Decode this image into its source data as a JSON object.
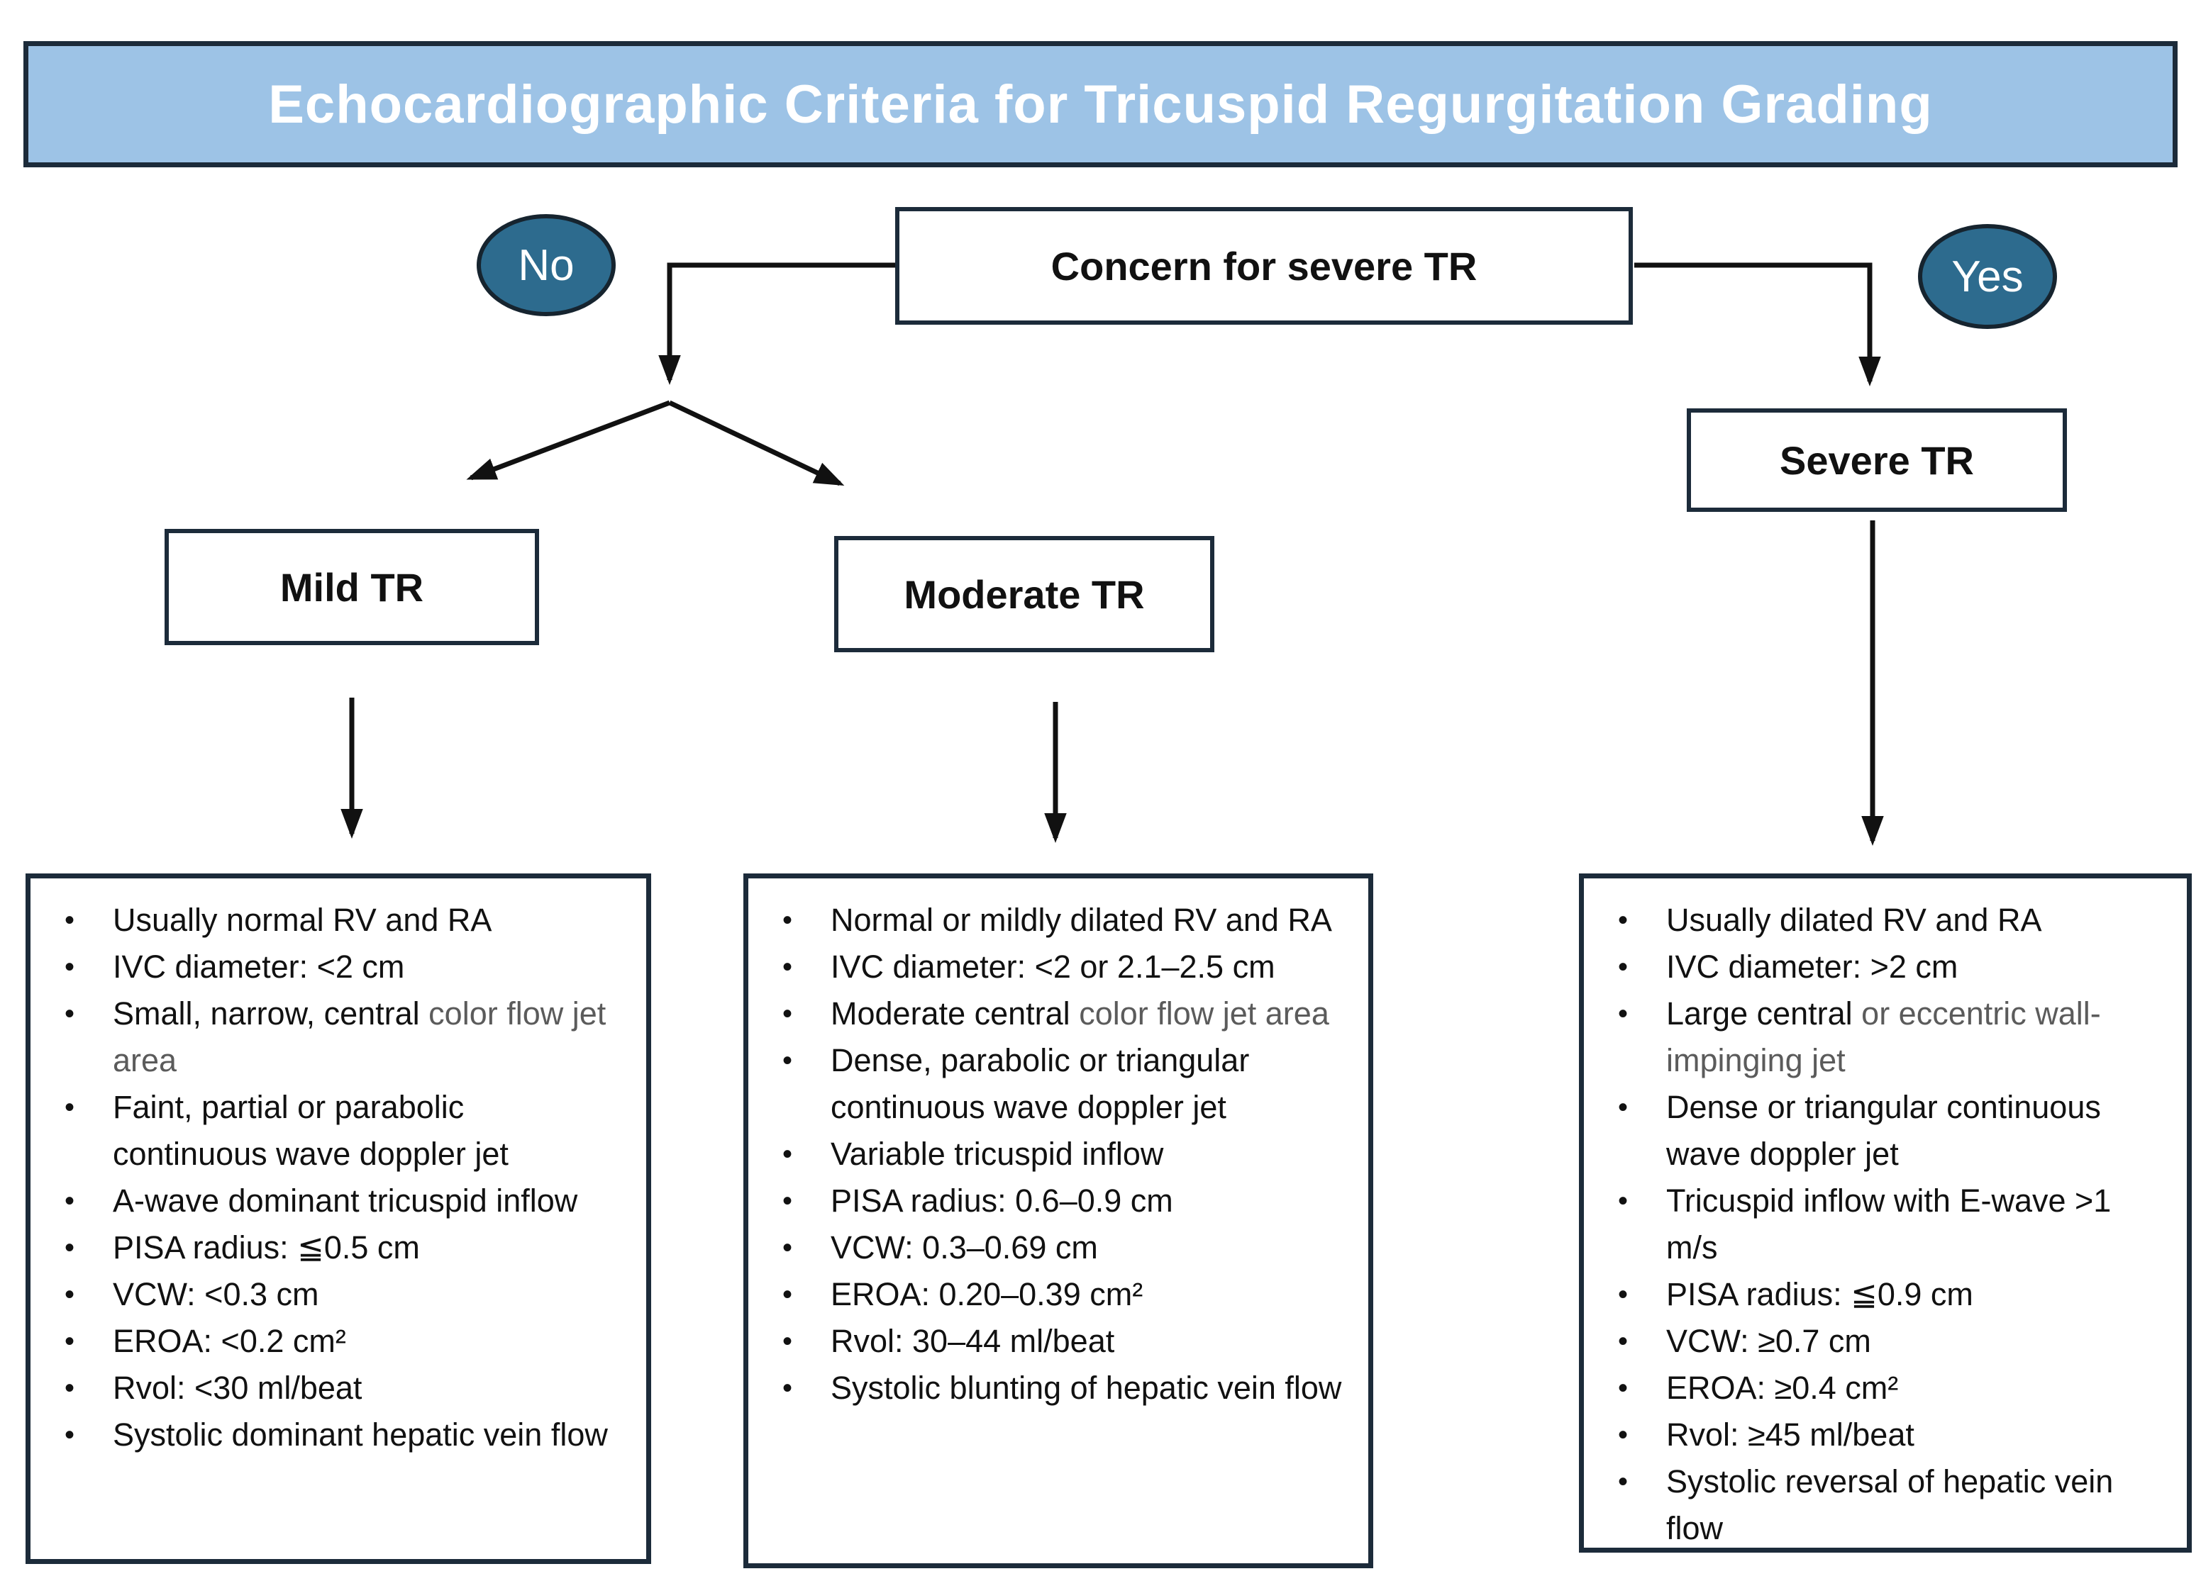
{
  "banner": {
    "title": "Echocardiographic Criteria for Tricuspid Regurgitation Grading"
  },
  "decision": {
    "label": "Concern for severe TR"
  },
  "branches": {
    "no": "No",
    "yes": "Yes"
  },
  "nodes": {
    "mild": "Mild TR",
    "moderate": "Moderate TR",
    "severe": "Severe TR"
  },
  "colors": {
    "banner_bg": "#9DC3E6",
    "border_navy": "#1C2B3A",
    "ellipse_fill": "#2D6B8E",
    "ellipse_border": "#16242F",
    "text_black": "#111111",
    "text_gray": "#5B5B5B",
    "arrow": "#111111"
  },
  "criteria": {
    "mild": [
      [
        {
          "text": "Usually normal RV and RA"
        }
      ],
      [
        {
          "text": "IVC diameter: <2 cm"
        }
      ],
      [
        {
          "text": "Small, narrow, central "
        },
        {
          "text": "color flow jet area",
          "gray": true
        }
      ],
      [
        {
          "text": "Faint, partial or parabolic continuous wave doppler jet"
        }
      ],
      [
        {
          "text": "A-wave dominant tricuspid inflow"
        }
      ],
      [
        {
          "text": "PISA radius: ≦0.5 cm"
        }
      ],
      [
        {
          "text": "VCW: <0.3 cm"
        }
      ],
      [
        {
          "text": "EROA: <0.2 cm²"
        }
      ],
      [
        {
          "text": "Rvol: <30 ml/beat"
        }
      ],
      [
        {
          "text": "Systolic dominant hepatic vein flow"
        }
      ]
    ],
    "moderate": [
      [
        {
          "text": "Normal or mildly dilated RV and RA"
        }
      ],
      [
        {
          "text": "IVC diameter: <2 or 2.1–2.5 cm"
        }
      ],
      [
        {
          "text": "Moderate central "
        },
        {
          "text": "color flow jet area",
          "gray": true
        }
      ],
      [
        {
          "text": "Dense, parabolic or triangular continuous wave doppler jet"
        }
      ],
      [
        {
          "text": "Variable tricuspid inflow"
        }
      ],
      [
        {
          "text": "PISA radius:  0.6–0.9 cm"
        }
      ],
      [
        {
          "text": "VCW: 0.3–0.69 cm"
        }
      ],
      [
        {
          "text": "EROA: 0.20–0.39 cm²"
        }
      ],
      [
        {
          "text": "Rvol: 30–44 ml/beat"
        }
      ],
      [
        {
          "text": "Systolic blunting of hepatic vein flow"
        }
      ]
    ],
    "severe": [
      [
        {
          "text": "Usually dilated RV and RA"
        }
      ],
      [
        {
          "text": "IVC diameter: >2 cm"
        }
      ],
      [
        {
          "text": "Large central "
        },
        {
          "text": "or eccentric wall-impinging jet",
          "gray": true
        }
      ],
      [
        {
          "text": "Dense or triangular continuous wave doppler jet"
        }
      ],
      [
        {
          "text": "Tricuspid inflow with E-wave >1 m/s"
        }
      ],
      [
        {
          "text": "PISA radius: ≦0.9 cm"
        }
      ],
      [
        {
          "text": "VCW:  ≥0.7 cm"
        }
      ],
      [
        {
          "text": "EROA: ≥0.4 cm²"
        }
      ],
      [
        {
          "text": "Rvol: ≥45 ml/beat"
        }
      ],
      [
        {
          "text": "Systolic reversal of hepatic vein flow"
        }
      ]
    ]
  }
}
